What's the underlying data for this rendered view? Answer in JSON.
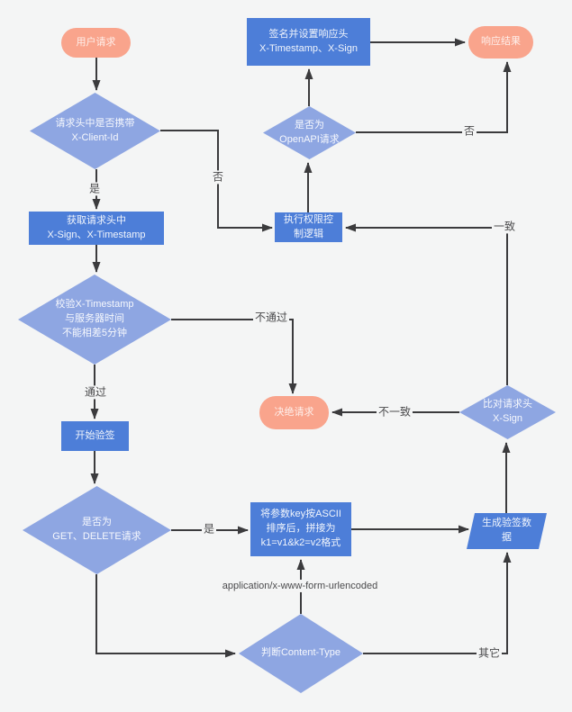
{
  "colors": {
    "background": "#F4F5F5",
    "process_fill": "#4D7ED8",
    "decision_fill": "#8EA6E2",
    "terminal_fill": "#F9A48C",
    "connector": "#3B3B3D"
  },
  "nodes": {
    "user_request": "用户请求",
    "check_client_id": "请求头中是否携带\nX-Client-Id",
    "sign_response": "签名并设置响应头\nX-Timestamp、X-Sign",
    "response_result": "响应结果",
    "check_openapi": "是否为\nOpenAPI请求",
    "get_headers": "获取请求头中\nX-Sign、X-Timestamp",
    "run_permission": "执行权限控\n制逻辑",
    "check_timestamp": "校验X-Timestamp\n与服务器时间\n不能相差5分钟",
    "reject_request": "决绝请求",
    "compare_xsign": "比对请求头\nX-Sign",
    "start_verify": "开始验签",
    "check_method": "是否为\nGET、DELETE请求",
    "sort_params": "将参数key按ASCII\n排序后，拼接为\nk1=v1&k2=v2格式",
    "gen_sign_data": "生成验签数\n据",
    "check_content_type": "判断Content-Type"
  },
  "edge_labels": {
    "yes1": "是",
    "no1": "否",
    "pass": "通过",
    "fail": "不通过",
    "match": "一致",
    "mismatch": "不一致",
    "no2": "否",
    "yes2": "是",
    "form_urlencoded": "application/x-www-form-urlencoded",
    "other": "其它"
  }
}
